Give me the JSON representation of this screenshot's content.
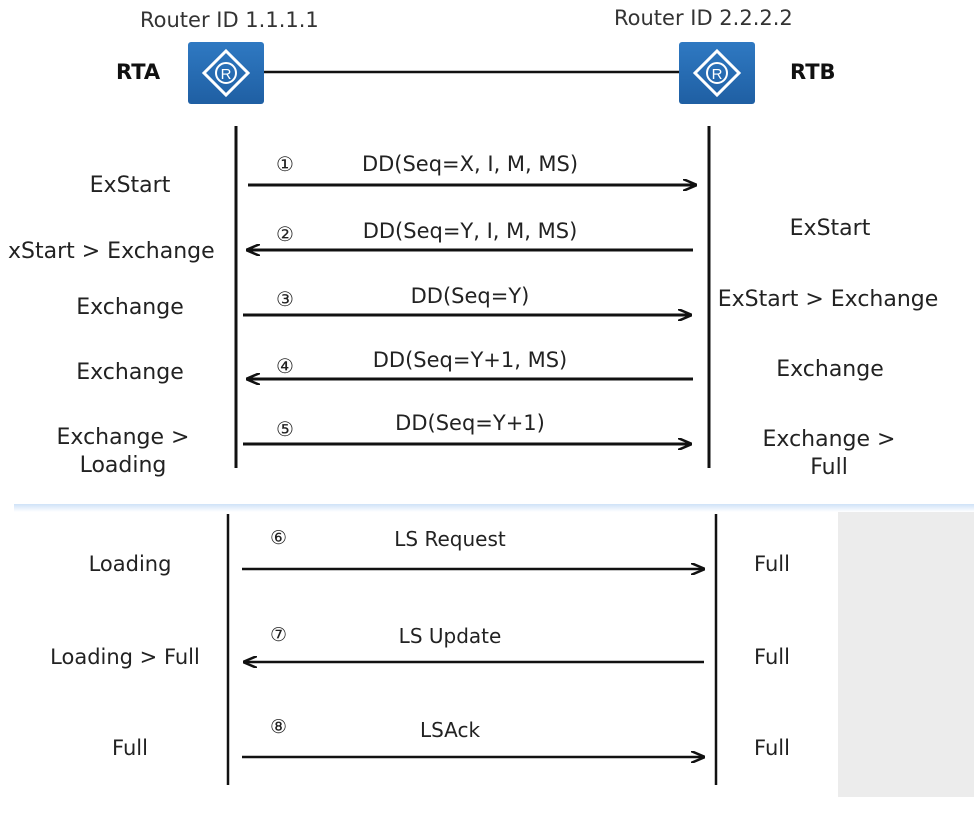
{
  "routers": {
    "left": {
      "id_text": "Router ID 1.1.1.1",
      "name": "RTA",
      "icon": "router-icon"
    },
    "right": {
      "id_text": "Router ID 2.2.2.2",
      "name": "RTB",
      "icon": "router-icon"
    }
  },
  "steps": [
    {
      "num": "①",
      "message": "DD(Seq=X, I, M, MS)",
      "direction": "right",
      "left_state": "ExStart",
      "right_state": ""
    },
    {
      "num": "②",
      "message": "DD(Seq=Y, I, M, MS)",
      "direction": "left",
      "left_state": "xStart > Exchange",
      "right_state": "ExStart"
    },
    {
      "num": "③",
      "message": "DD(Seq=Y)",
      "direction": "right",
      "left_state": "Exchange",
      "right_state": "ExStart > Exchange"
    },
    {
      "num": "④",
      "message": "DD(Seq=Y+1, MS)",
      "direction": "left",
      "left_state": "Exchange",
      "right_state": "Exchange"
    },
    {
      "num": "⑤",
      "message": "DD(Seq=Y+1)",
      "direction": "right",
      "left_state_l1": "Exchange >",
      "left_state_l2": "Loading",
      "right_state_l1": "Exchange >",
      "right_state_l2": "Full"
    },
    {
      "num": "⑥",
      "message": "LS Request",
      "direction": "right",
      "left_state": "Loading",
      "right_state": "Full"
    },
    {
      "num": "⑦",
      "message": "LS Update",
      "direction": "left",
      "left_state": "Loading > Full",
      "right_state": "Full"
    },
    {
      "num": "⑧",
      "message": "LSAck",
      "direction": "right",
      "left_state": "Full",
      "right_state": "Full"
    }
  ],
  "colors": {
    "router_blue": "#2a6fb8",
    "line": "#111111",
    "panel_gray": "#ececec",
    "edge_blue": "#cfe2f7"
  }
}
